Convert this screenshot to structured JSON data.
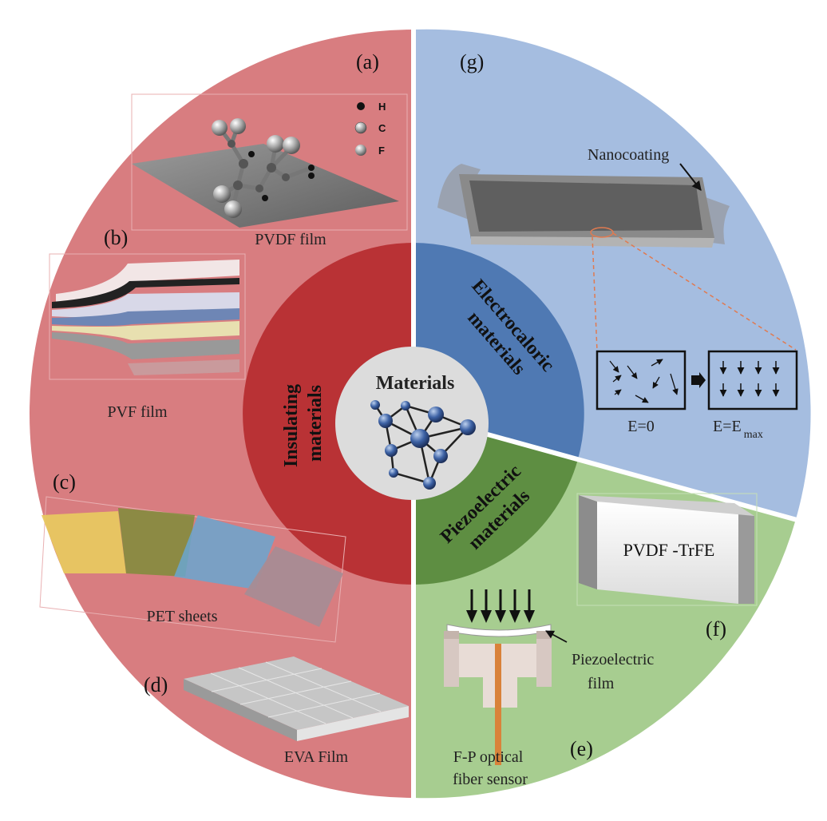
{
  "center": {
    "title": "Materials"
  },
  "categories": {
    "insulating": {
      "line1": "Insulating",
      "line2": "materials"
    },
    "electrocaloric": {
      "line1": "Electrocaloric",
      "line2": "materials"
    },
    "piezoelectric": {
      "line1": "Piezoelectric",
      "line2": "materials"
    }
  },
  "panels": {
    "a": {
      "letter": "(a)",
      "caption": "PVDF film",
      "legend": [
        "H",
        "C",
        "F"
      ]
    },
    "b": {
      "letter": "(b)",
      "caption": "PVF film"
    },
    "c": {
      "letter": "(c)",
      "caption": "PET sheets"
    },
    "d": {
      "letter": "(d)",
      "caption": "EVA Film"
    },
    "e": {
      "letter": "(e)",
      "film_label_1": "Piezoelectric",
      "film_label_2": "film",
      "sensor_label_1": "F-P optical",
      "sensor_label_2": "fiber sensor"
    },
    "f": {
      "letter": "(f)",
      "device_label": "PVDF -TrFE"
    },
    "g": {
      "letter": "(g)",
      "coating_label": "Nanocoating",
      "state_zero": "E=0",
      "state_max_base": "E=E",
      "state_max_sub": "max"
    }
  },
  "colors": {
    "insulating_outer": "#d87d80",
    "insulating_inner": "#b93235",
    "electrocaloric_outer": "#a5bde0",
    "electrocaloric_inner": "#4f79b3",
    "piezoelectric_outer": "#a7cd90",
    "piezoelectric_inner": "#5e8e42",
    "center": "#dcdcdc"
  }
}
